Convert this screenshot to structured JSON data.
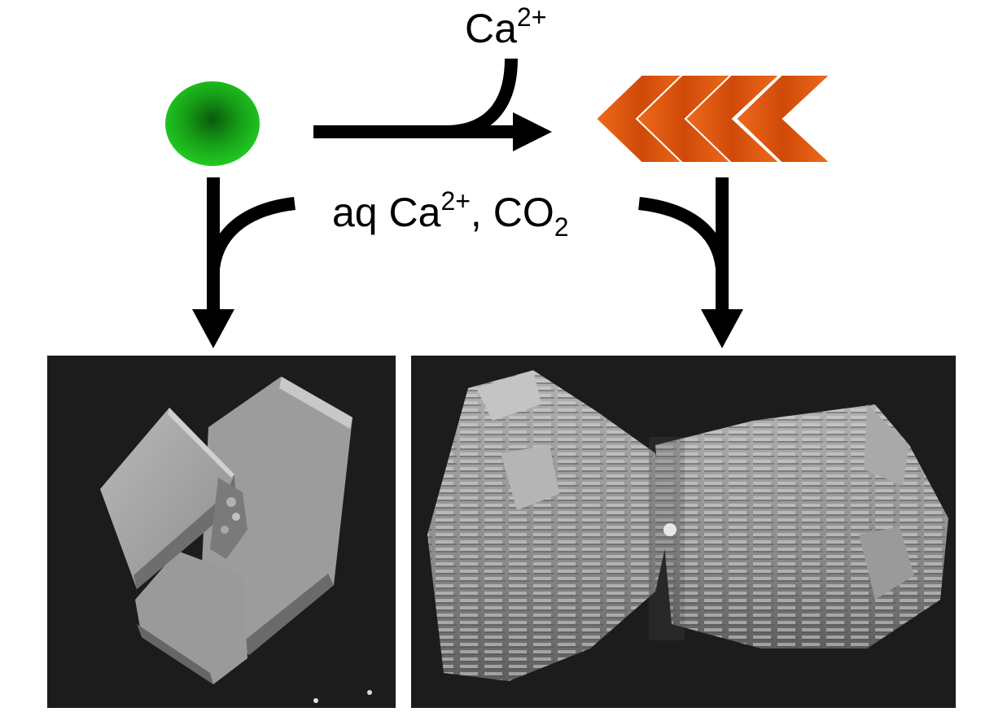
{
  "labels": {
    "top": {
      "base": "Ca",
      "sup": "2+"
    },
    "middle": {
      "prefix": "aq Ca",
      "sup": "2+",
      "mid": ", CO",
      "sub": "2"
    }
  },
  "colors": {
    "precursor_sphere": "#1cb51c",
    "product_chevrons": "#ee5a0e",
    "arrows": "#000000",
    "sem_background": "#1c1c1c"
  },
  "icons": {
    "precursor": "green-sphere-icon",
    "product": "orange-chevron-stack-icon"
  },
  "panels": [
    {
      "name": "sem-image-rhombohedral-crystals",
      "content": "SEM micrograph"
    },
    {
      "name": "sem-image-dumbbell-aggregate",
      "content": "SEM micrograph"
    }
  ]
}
